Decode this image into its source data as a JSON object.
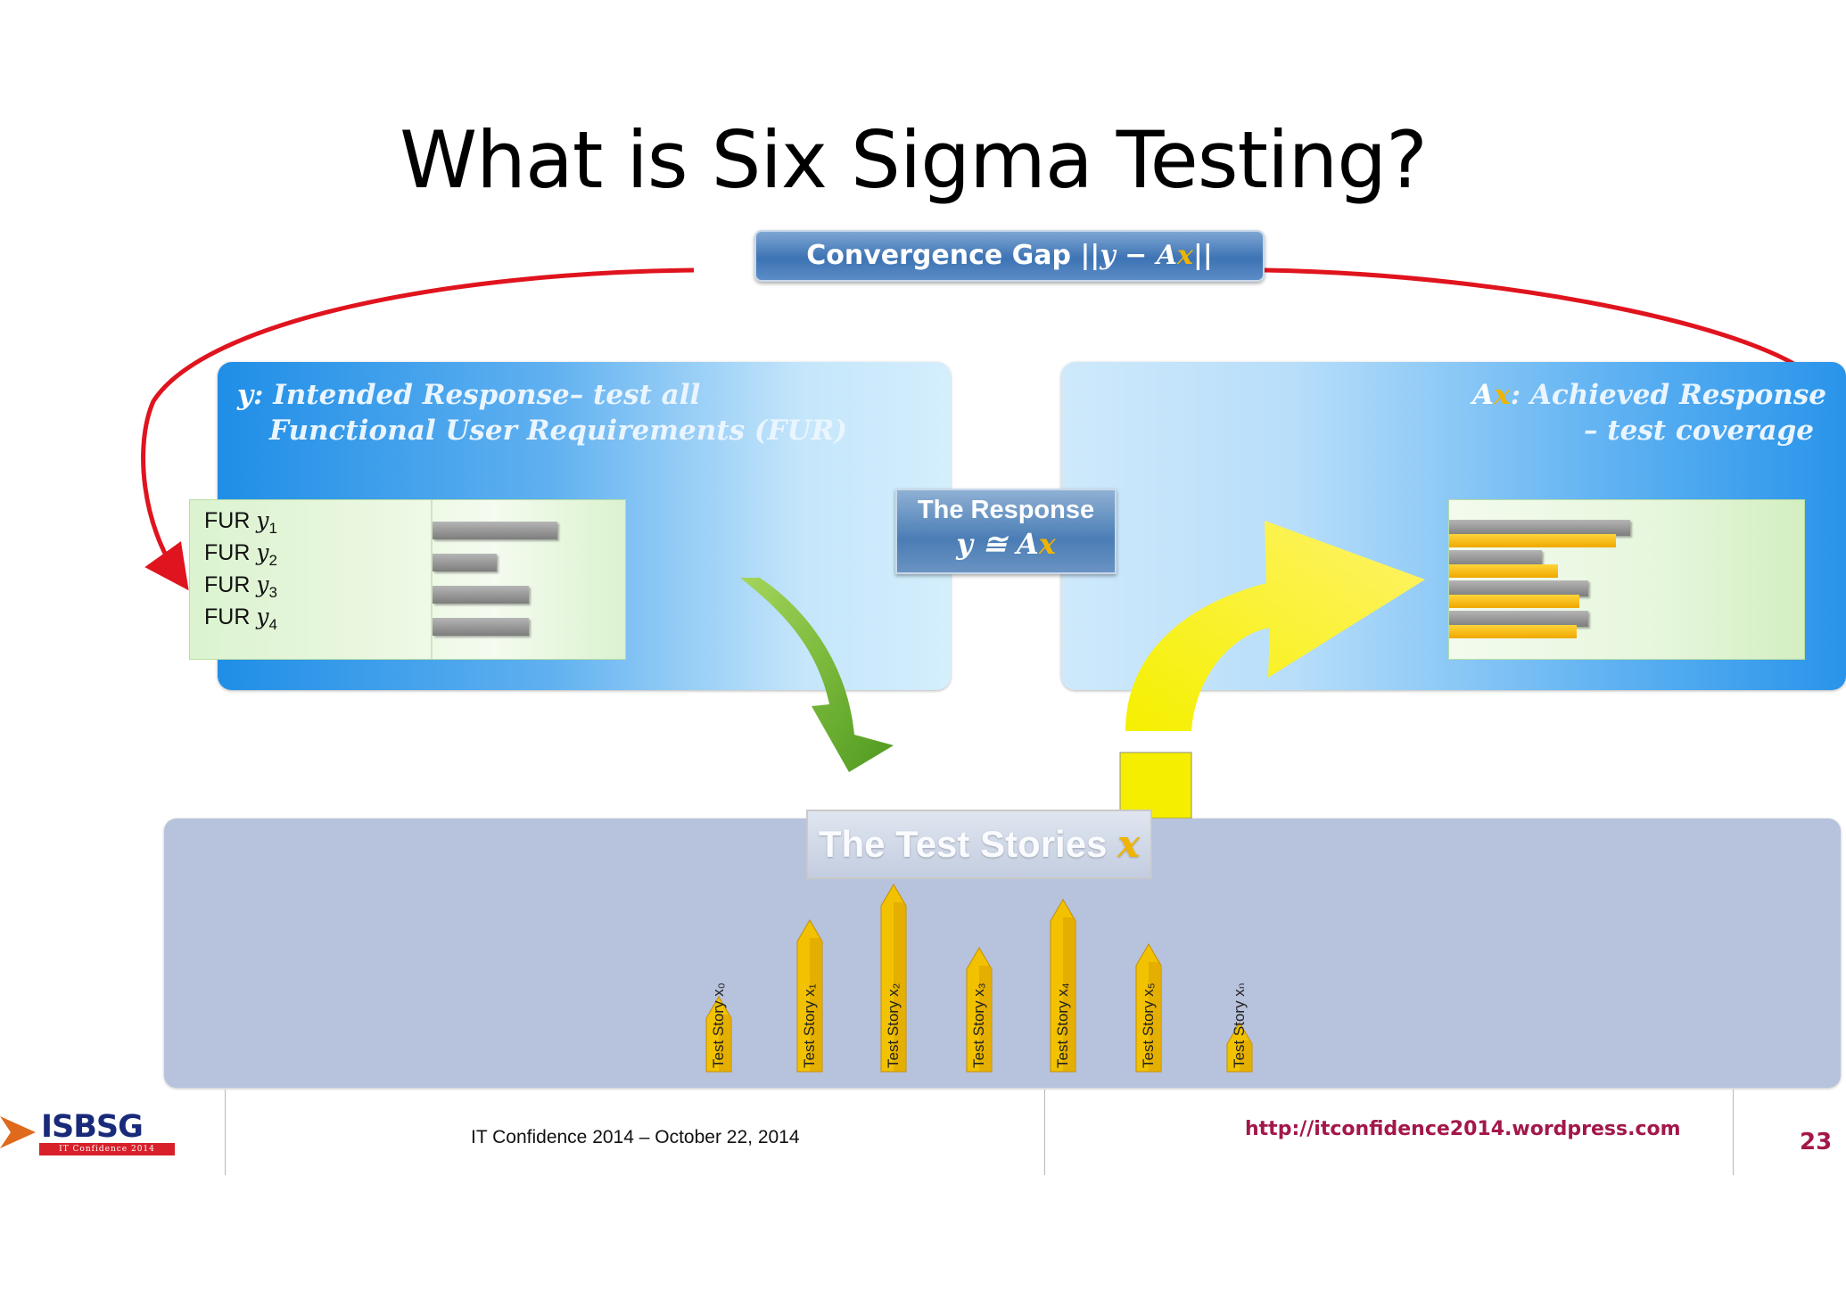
{
  "slide": {
    "title": "What is Six Sigma Testing?",
    "page_number": "23"
  },
  "convergence_gap": {
    "label": "Convergence Gap",
    "expr_open": "||",
    "y": "y",
    "minus": " − ",
    "A": "A",
    "x": "x",
    "expr_close": "||"
  },
  "intended": {
    "title_var": "y",
    "title": ": Intended Response– test all",
    "subtitle": "Functional User Requirements (FUR)",
    "fur_items": [
      {
        "prefix": "FUR ",
        "var": "y",
        "sub": "1",
        "bar": 0.78
      },
      {
        "prefix": "FUR ",
        "var": "y",
        "sub": "2",
        "bar": 0.4
      },
      {
        "prefix": "FUR ",
        "var": "y",
        "sub": "3",
        "bar": 0.6
      },
      {
        "prefix": "FUR ",
        "var": "y",
        "sub": "4",
        "bar": 0.6
      }
    ]
  },
  "achieved": {
    "title_A": "A",
    "title_x": "x",
    "title": ": Achieved Response",
    "subtitle": "– test coverage",
    "coverage_bars": [
      {
        "target": 0.78,
        "achieved": 0.72
      },
      {
        "target": 0.4,
        "achieved": 0.47
      },
      {
        "target": 0.6,
        "achieved": 0.56
      },
      {
        "target": 0.6,
        "achieved": 0.55
      }
    ]
  },
  "response": {
    "title": "The Response",
    "eq_y": "y",
    "eq_op": " ≅ ",
    "eq_A": "A",
    "eq_x": "x"
  },
  "test_stories": {
    "title": "The Test Stories",
    "title_var": "x",
    "stories": [
      {
        "label": "Test Story x₀",
        "height": 0.4
      },
      {
        "label": "Test Story x₁",
        "height": 0.81
      },
      {
        "label": "Test Story x₂",
        "height": 1.0
      },
      {
        "label": "Test Story x₃",
        "height": 0.66
      },
      {
        "label": "Test Story x₄",
        "height": 0.92
      },
      {
        "label": "Test Story x₅",
        "height": 0.68
      },
      {
        "label": "Test Story xₙ",
        "height": 0.26
      }
    ]
  },
  "footer": {
    "conference": "IT Confidence 2014 – October 22, 2014",
    "url": "http://itconfidence2014.wordpress.com",
    "logo_text": "ISBSG",
    "logo_band": "IT Confidence 2014"
  },
  "colors": {
    "feedback_arrow": "#e0141e",
    "green_arrow": "#6ab72c",
    "yellow_arrow": "#f2ee00",
    "story_bar": "#f2c200",
    "accent_url": "#a3174a"
  }
}
